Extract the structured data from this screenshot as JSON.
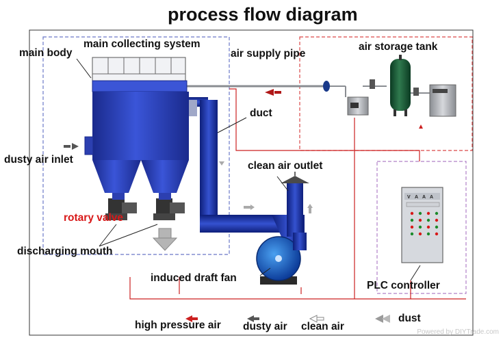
{
  "title": "process flow diagram",
  "labels": {
    "main_body": "main body",
    "main_collecting_system": "main collecting system",
    "air_supply_pipe": "air supply pipe",
    "air_storage_tank": "air storage tank",
    "duct": "duct",
    "dusty_air_inlet": "dusty air inlet",
    "clean_air_outlet": "clean air outlet",
    "rotary_valve": "rotary  valve",
    "discharging_mouth": "discharging mouth",
    "induced_draft_fan": "induced draft fan",
    "plc_controller": "PLC controller"
  },
  "legend": {
    "high_pressure_air": "high pressure air",
    "dusty_air": "dusty air",
    "clean_air": "clean air",
    "dust": "dust"
  },
  "plc_panel_letters": [
    "V",
    "A",
    "A",
    "A"
  ],
  "watermark": "Powered by DIYTrade.com",
  "colors": {
    "high_pressure_air": "#cc2020",
    "dusty_air": "#555555",
    "clean_air": "#888888",
    "dust": "#9a9a9a",
    "collector_body": "#2c3fb0",
    "frame_blue": "#6a78c8",
    "frame_red": "#d94848",
    "frame_purple": "#b080c8"
  }
}
